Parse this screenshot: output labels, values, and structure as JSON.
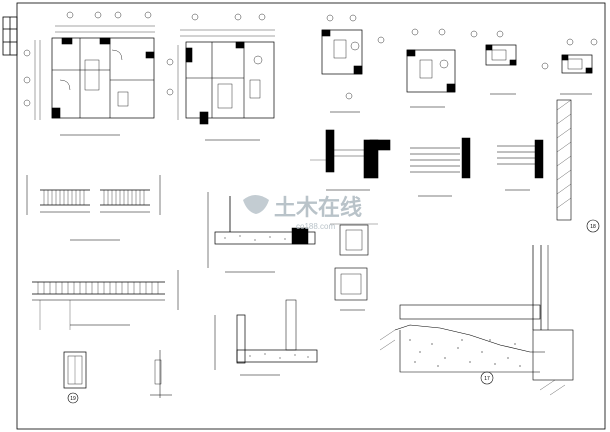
{
  "watermark": {
    "brand": "土木在线",
    "domain": "co188.com"
  },
  "detail_numbers": {
    "stair_detail": "19",
    "wall_detail": "18",
    "foundation_detail": "17"
  },
  "colors": {
    "line": "#000000",
    "background": "#ffffff",
    "watermark": "#b9c3c9"
  }
}
